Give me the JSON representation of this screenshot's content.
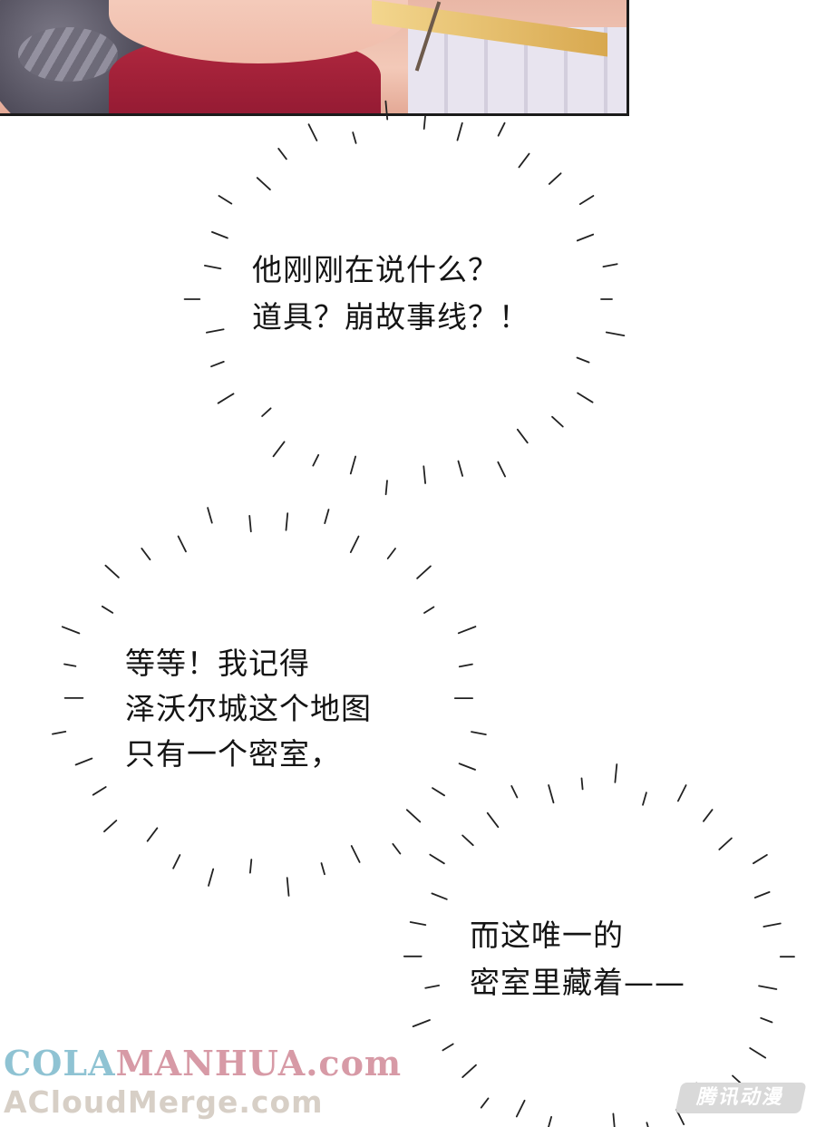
{
  "panel": {
    "description_icon": "anime-characters-art"
  },
  "balloons": [
    {
      "lines": [
        "他刚刚在说什么？",
        "道具？崩故事线？！"
      ]
    },
    {
      "lines": [
        "等等！我记得",
        "泽沃尔城这个地图",
        "只有一个密室，"
      ]
    },
    {
      "lines": [
        "而这唯一的",
        "密室里藏着——"
      ]
    }
  ],
  "watermark": {
    "line1_part1": "COLA",
    "line1_part2": "MANHUA.com",
    "line2": "ACloudMerge.com",
    "logo": "腾讯动漫"
  },
  "colors": {
    "ink": "#141414",
    "wm_blue": "#8fc3d3",
    "wm_pink": "#d79aa6",
    "wm_grey": "#d7cfc6"
  }
}
